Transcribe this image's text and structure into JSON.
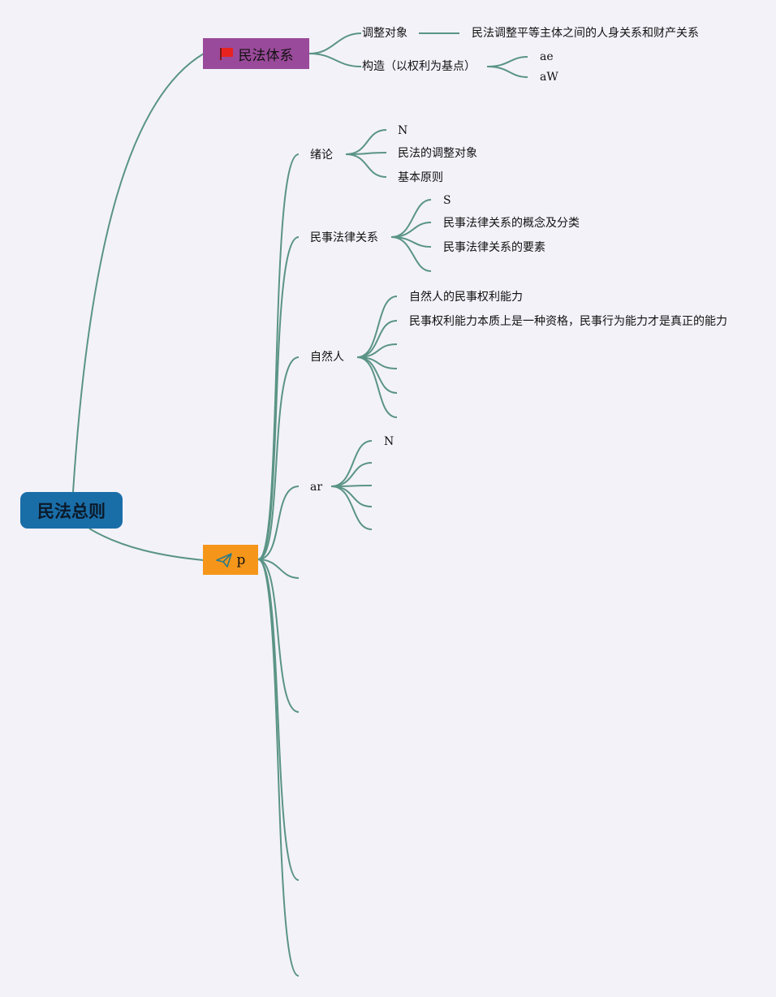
{
  "root": {
    "label": "民法总则"
  },
  "branch_system": {
    "label": "民法体系",
    "icon": "flag-icon",
    "children": [
      {
        "label": "调整对象",
        "detail": "民法调整平等主体之间的人身关系和财产关系"
      },
      {
        "label": "构造（以权利为基点）",
        "children": [
          "ae",
          "aW"
        ]
      }
    ]
  },
  "branch_p": {
    "label": "p",
    "icon": "paper-plane-icon",
    "children": [
      {
        "label": "绪论",
        "children": [
          "N",
          "民法的调整对象",
          "基本原则"
        ]
      },
      {
        "label": "民事法律关系",
        "children": [
          "S",
          "民事法律关系的概念及分类",
          "民事法律关系的要素",
          ""
        ]
      },
      {
        "label": "自然人",
        "children": [
          "自然人的民事权利能力",
          "民事权利能力本质上是一种资格，民事行为能力才是真正的能力",
          "",
          "",
          "",
          ""
        ]
      },
      {
        "label": "ar",
        "children": [
          "N",
          "",
          "",
          "",
          ""
        ]
      },
      {
        "label": ""
      },
      {
        "label": ""
      },
      {
        "label": ""
      },
      {
        "label": ""
      }
    ]
  },
  "colors": {
    "background": "#f3f2f9",
    "connector": "#5a9484",
    "root_fill": "#1a6ea8",
    "system_fill": "#9a4a9a",
    "p_fill": "#f5961a",
    "flag": "#e8231f"
  }
}
